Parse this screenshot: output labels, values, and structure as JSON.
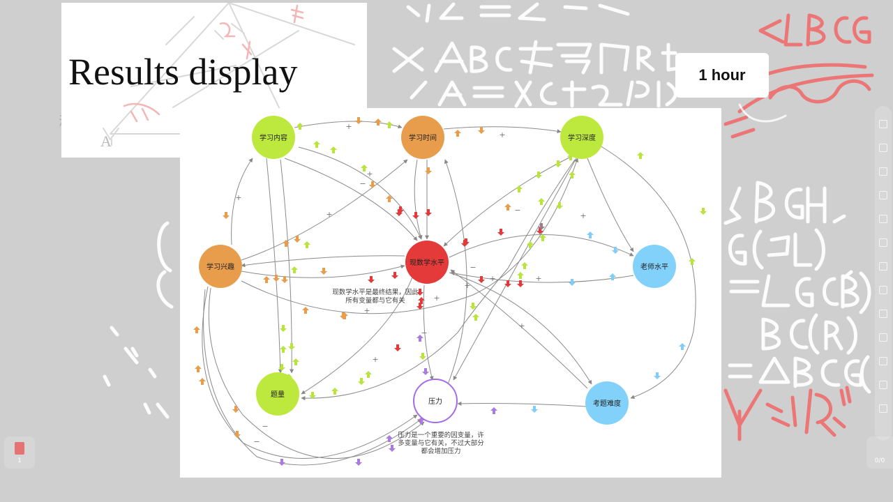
{
  "slide": {
    "title": "Results display",
    "duration": "1 hour"
  },
  "diagram": {
    "nodes": [
      {
        "id": "content",
        "label": "学习内容",
        "color": "#bde93f"
      },
      {
        "id": "time",
        "label": "学习时间",
        "color": "#e89d4c"
      },
      {
        "id": "depth",
        "label": "学习深度",
        "color": "#bde93f"
      },
      {
        "id": "interest",
        "label": "学习兴趣",
        "color": "#e89d4c"
      },
      {
        "id": "math",
        "label": "现数学水平",
        "color": "#e53a3a"
      },
      {
        "id": "teacher",
        "label": "老师水平",
        "color": "#82d1fa"
      },
      {
        "id": "quantity",
        "label": "题量",
        "color": "#bde93f"
      },
      {
        "id": "pressure",
        "label": "压力",
        "color": "#ffffff"
      },
      {
        "id": "difficulty",
        "label": "考题难度",
        "color": "#82d1fa"
      }
    ],
    "notes": [
      {
        "lines": [
          "现数学水平是最终结果，因此",
          "所有变量都与它有关"
        ]
      },
      {
        "lines": [
          "压力是一个重要的因变量，许",
          "多变量与它有关，不过大部分",
          "都会增加压力"
        ]
      }
    ],
    "link_signs": [
      "+",
      "+",
      "+",
      "+",
      "+",
      "+",
      "+",
      "+",
      "+",
      "+",
      "+",
      "+",
      "+",
      "−",
      "−",
      "−",
      "−",
      "−",
      "−"
    ]
  },
  "toolbar": {
    "icons": [
      "pointer-icon",
      "selection-icon",
      "eraser-icon",
      "highlighter-icon",
      "text-icon",
      "scissors-icon",
      "shape-icon",
      "cloud-icon",
      "toolbox-icon",
      "more-icon",
      "screenshot-icon",
      "comment-icon",
      "timer-icon"
    ]
  },
  "thumbnail": {
    "number": "1"
  },
  "page_counter": {
    "value": "0/0"
  }
}
